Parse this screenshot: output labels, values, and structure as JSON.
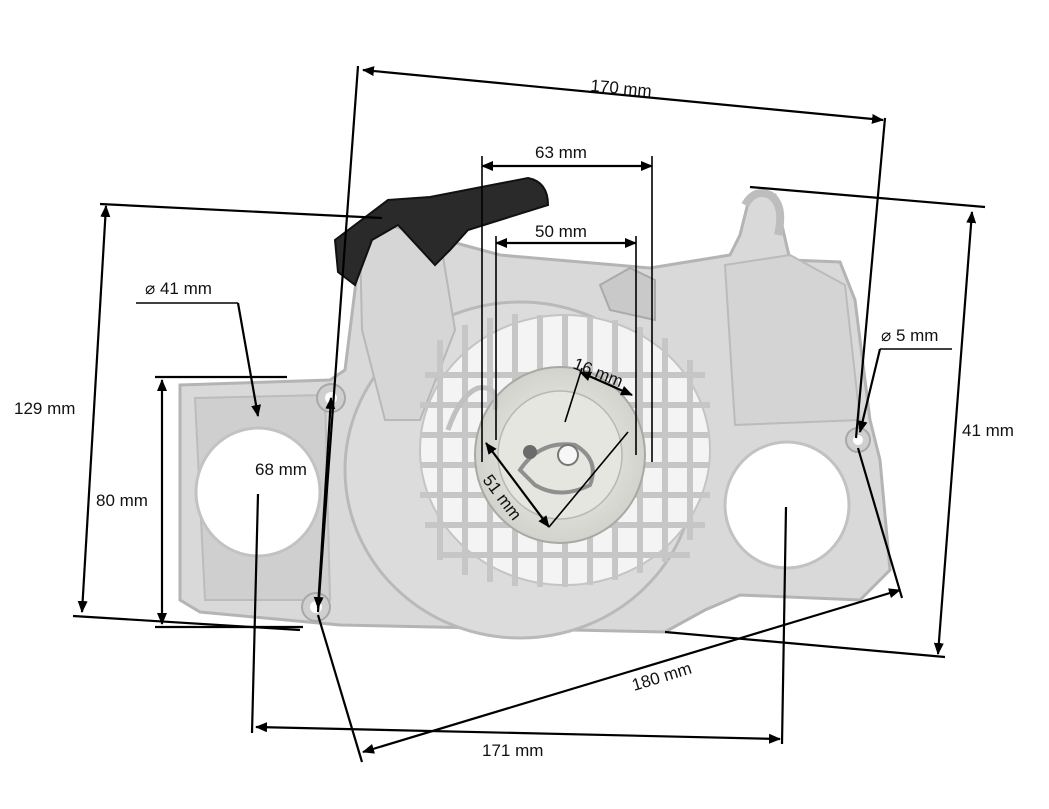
{
  "dimensions": {
    "top_width": "170 mm",
    "pulley_outer": "63 mm",
    "pulley_inner": "50 mm",
    "hole_left": "⌀ 41 mm",
    "hole_pin": "⌀ 5 mm",
    "height_left": "129 mm",
    "height_right": "41 mm",
    "hub": "16 mm",
    "spring": "51 mm",
    "hole_spacing_vertical": "80 mm",
    "hole_center": "68 mm",
    "bottom_diagonal": "180 mm",
    "bottom_width": "171 mm"
  },
  "colors": {
    "housing": "#d9d9d9",
    "housing_edge": "#b4b4b4",
    "handle": "#2a2a2a",
    "pulley": "#e9e9e3"
  }
}
